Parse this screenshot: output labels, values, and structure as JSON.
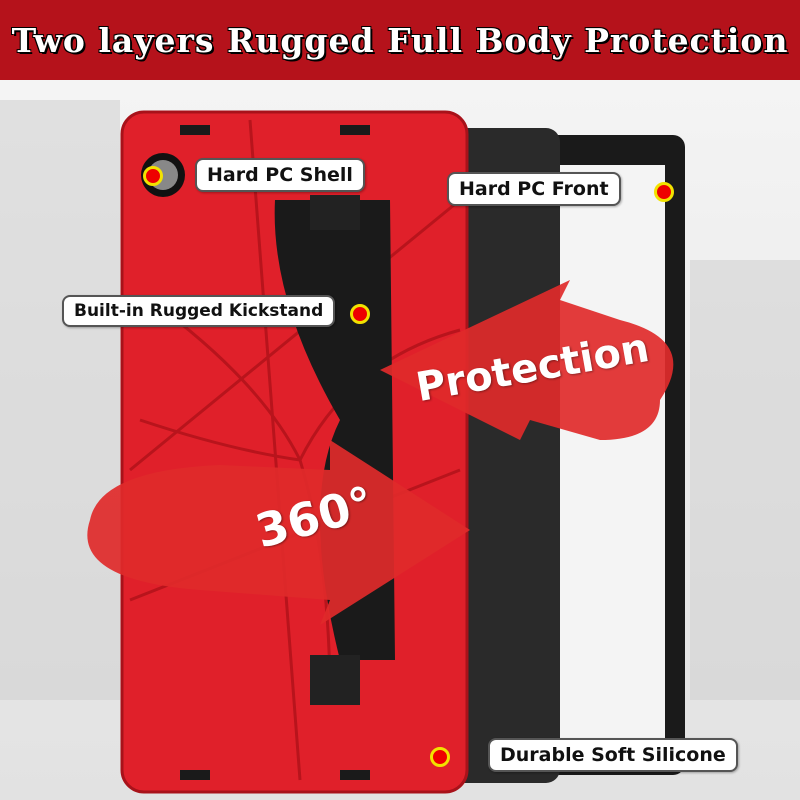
{
  "banner": {
    "title": "Two layers Rugged Full Body Protection"
  },
  "callouts": {
    "shell": "Hard PC Shell",
    "front": "Hard PC Front",
    "kickstand": "Built-in Rugged Kickstand",
    "silicone": "Durable Soft Silicone"
  },
  "arrows": {
    "protection": "Protection",
    "degrees": "360°"
  },
  "colors": {
    "accent": "#b5121b",
    "case": "#e0202a",
    "frame": "#1a1a1a"
  }
}
